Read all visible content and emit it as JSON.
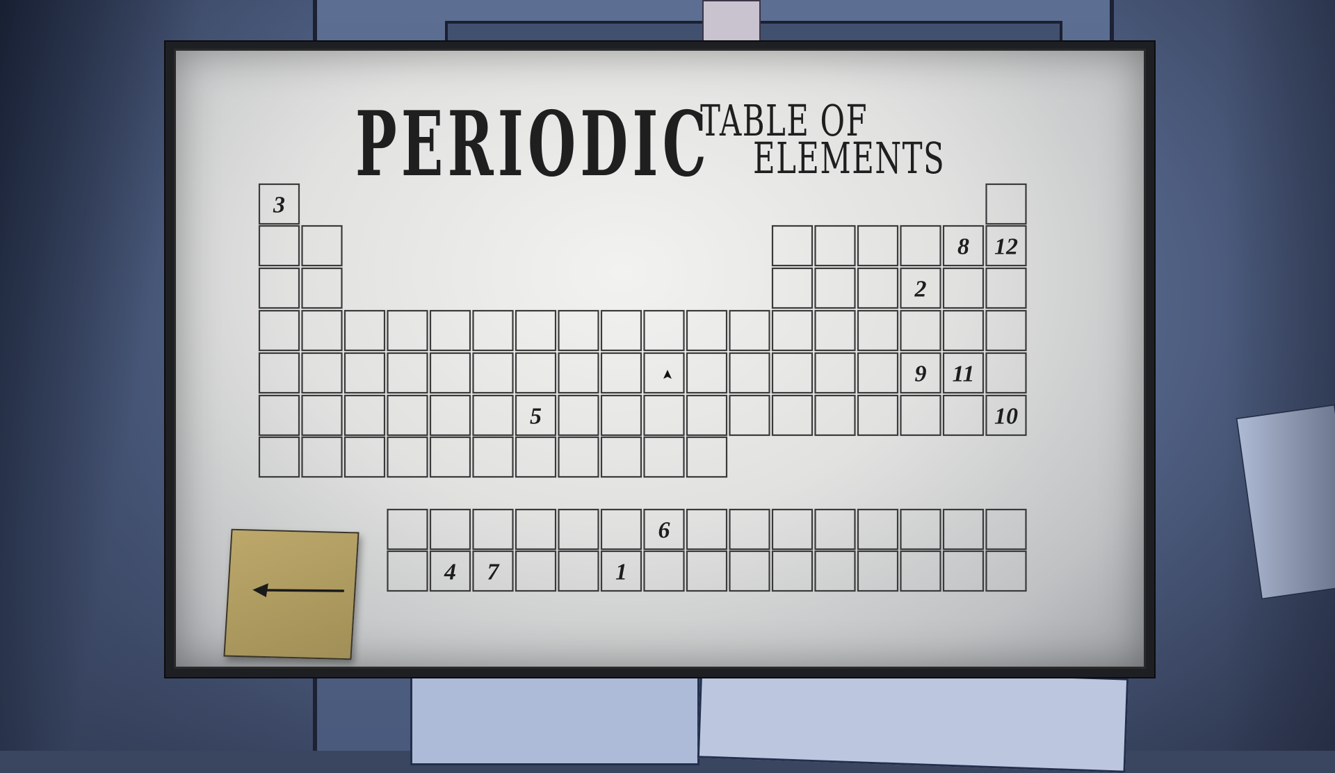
{
  "title": {
    "big": "PERIODIC",
    "small_line1": "TABLE OF",
    "small_line2": "ELEMENTS"
  },
  "board": {
    "accent_surface": "#e8e9e7",
    "ink": "#1f1f1f",
    "sticky_color": "#b39f64"
  },
  "sticky_note": {
    "icon": "arrow-left-icon"
  },
  "cursor": {
    "icon": "pointer-cursor-icon"
  },
  "periodic_grid": {
    "rows": [
      {
        "row": 1,
        "cells": [
          {
            "col": 1,
            "label": "3"
          },
          {
            "col": 18,
            "label": ""
          }
        ]
      },
      {
        "row": 2,
        "cells": [
          {
            "col": 1,
            "label": ""
          },
          {
            "col": 2,
            "label": ""
          },
          {
            "col": 13,
            "label": ""
          },
          {
            "col": 14,
            "label": ""
          },
          {
            "col": 15,
            "label": ""
          },
          {
            "col": 16,
            "label": ""
          },
          {
            "col": 17,
            "label": "8"
          },
          {
            "col": 18,
            "label": "12"
          }
        ]
      },
      {
        "row": 3,
        "cells": [
          {
            "col": 1,
            "label": ""
          },
          {
            "col": 2,
            "label": ""
          },
          {
            "col": 13,
            "label": ""
          },
          {
            "col": 14,
            "label": ""
          },
          {
            "col": 15,
            "label": ""
          },
          {
            "col": 16,
            "label": "2"
          },
          {
            "col": 17,
            "label": ""
          },
          {
            "col": 18,
            "label": ""
          }
        ]
      },
      {
        "row": 4,
        "cells": [
          {
            "col": 1,
            "label": ""
          },
          {
            "col": 2,
            "label": ""
          },
          {
            "col": 3,
            "label": ""
          },
          {
            "col": 4,
            "label": ""
          },
          {
            "col": 5,
            "label": ""
          },
          {
            "col": 6,
            "label": ""
          },
          {
            "col": 7,
            "label": ""
          },
          {
            "col": 8,
            "label": ""
          },
          {
            "col": 9,
            "label": ""
          },
          {
            "col": 10,
            "label": ""
          },
          {
            "col": 11,
            "label": ""
          },
          {
            "col": 12,
            "label": ""
          },
          {
            "col": 13,
            "label": ""
          },
          {
            "col": 14,
            "label": ""
          },
          {
            "col": 15,
            "label": ""
          },
          {
            "col": 16,
            "label": ""
          },
          {
            "col": 17,
            "label": ""
          },
          {
            "col": 18,
            "label": ""
          }
        ]
      },
      {
        "row": 5,
        "cells": [
          {
            "col": 1,
            "label": ""
          },
          {
            "col": 2,
            "label": ""
          },
          {
            "col": 3,
            "label": ""
          },
          {
            "col": 4,
            "label": ""
          },
          {
            "col": 5,
            "label": ""
          },
          {
            "col": 6,
            "label": ""
          },
          {
            "col": 7,
            "label": ""
          },
          {
            "col": 8,
            "label": ""
          },
          {
            "col": 9,
            "label": ""
          },
          {
            "col": 10,
            "label": ""
          },
          {
            "col": 11,
            "label": ""
          },
          {
            "col": 12,
            "label": ""
          },
          {
            "col": 13,
            "label": ""
          },
          {
            "col": 14,
            "label": ""
          },
          {
            "col": 15,
            "label": ""
          },
          {
            "col": 16,
            "label": "9"
          },
          {
            "col": 17,
            "label": "11"
          },
          {
            "col": 18,
            "label": ""
          }
        ]
      },
      {
        "row": 6,
        "cells": [
          {
            "col": 1,
            "label": ""
          },
          {
            "col": 2,
            "label": ""
          },
          {
            "col": 3,
            "label": ""
          },
          {
            "col": 4,
            "label": ""
          },
          {
            "col": 5,
            "label": ""
          },
          {
            "col": 6,
            "label": ""
          },
          {
            "col": 7,
            "label": "5"
          },
          {
            "col": 8,
            "label": ""
          },
          {
            "col": 9,
            "label": ""
          },
          {
            "col": 10,
            "label": ""
          },
          {
            "col": 11,
            "label": ""
          },
          {
            "col": 12,
            "label": ""
          },
          {
            "col": 13,
            "label": ""
          },
          {
            "col": 14,
            "label": ""
          },
          {
            "col": 15,
            "label": ""
          },
          {
            "col": 16,
            "label": ""
          },
          {
            "col": 17,
            "label": ""
          },
          {
            "col": 18,
            "label": "10"
          }
        ]
      },
      {
        "row": 7,
        "cells": [
          {
            "col": 1,
            "label": ""
          },
          {
            "col": 2,
            "label": ""
          },
          {
            "col": 3,
            "label": ""
          },
          {
            "col": 4,
            "label": ""
          },
          {
            "col": 5,
            "label": ""
          },
          {
            "col": 6,
            "label": ""
          },
          {
            "col": 7,
            "label": ""
          },
          {
            "col": 8,
            "label": ""
          },
          {
            "col": 9,
            "label": ""
          },
          {
            "col": 10,
            "label": ""
          },
          {
            "col": 11,
            "label": ""
          }
        ]
      },
      {
        "row": 9,
        "cells": [
          {
            "col": 4,
            "label": ""
          },
          {
            "col": 5,
            "label": ""
          },
          {
            "col": 6,
            "label": ""
          },
          {
            "col": 7,
            "label": ""
          },
          {
            "col": 8,
            "label": ""
          },
          {
            "col": 9,
            "label": ""
          },
          {
            "col": 10,
            "label": "6"
          },
          {
            "col": 11,
            "label": ""
          },
          {
            "col": 12,
            "label": ""
          },
          {
            "col": 13,
            "label": ""
          },
          {
            "col": 14,
            "label": ""
          },
          {
            "col": 15,
            "label": ""
          },
          {
            "col": 16,
            "label": ""
          },
          {
            "col": 17,
            "label": ""
          },
          {
            "col": 18,
            "label": ""
          }
        ]
      },
      {
        "row": 10,
        "cells": [
          {
            "col": 4,
            "label": ""
          },
          {
            "col": 5,
            "label": "4"
          },
          {
            "col": 6,
            "label": "7"
          },
          {
            "col": 7,
            "label": ""
          },
          {
            "col": 8,
            "label": ""
          },
          {
            "col": 9,
            "label": "1"
          },
          {
            "col": 10,
            "label": ""
          },
          {
            "col": 11,
            "label": ""
          },
          {
            "col": 12,
            "label": ""
          },
          {
            "col": 13,
            "label": ""
          },
          {
            "col": 14,
            "label": ""
          },
          {
            "col": 15,
            "label": ""
          },
          {
            "col": 16,
            "label": ""
          },
          {
            "col": 17,
            "label": ""
          },
          {
            "col": 18,
            "label": ""
          }
        ]
      }
    ]
  }
}
